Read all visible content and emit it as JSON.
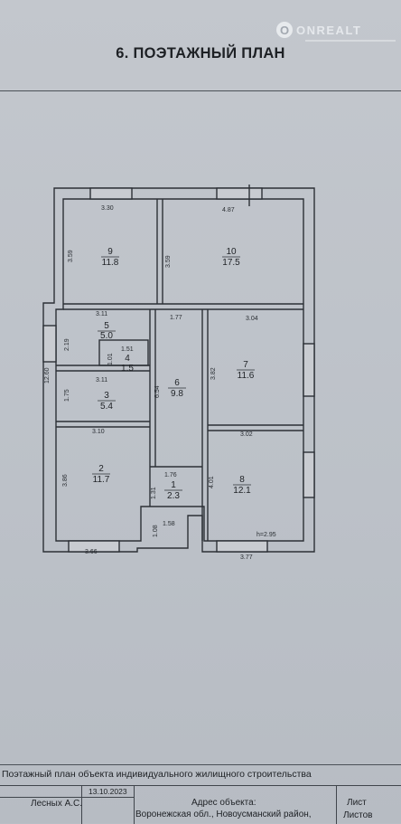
{
  "title": "6. ПОЭТАЖНЫЙ ПЛАН",
  "logo": {
    "text": "ONREALT"
  },
  "rooms": [
    {
      "id": "9",
      "area": "11.8"
    },
    {
      "id": "10",
      "area": "17.5"
    },
    {
      "id": "5",
      "area": "5.0"
    },
    {
      "id": "4",
      "area": "1.5"
    },
    {
      "id": "3",
      "area": "5.4"
    },
    {
      "id": "6",
      "area": "9.8"
    },
    {
      "id": "7",
      "area": "11.6"
    },
    {
      "id": "2",
      "area": "11.7"
    },
    {
      "id": "1",
      "area": "2.3"
    },
    {
      "id": "8",
      "area": "12.1"
    }
  ],
  "dimensions": {
    "d330": "3.30",
    "d487": "4.87",
    "d359a": "3.59",
    "d359b": "3.59",
    "d311a": "3.11",
    "d177": "1.77",
    "d304": "3.04",
    "d219": "2.19",
    "d151": "1.51",
    "d101": "1.01",
    "d1260": "12.60",
    "d654": "6.54",
    "d382": "3.82",
    "d311b": "3.11",
    "d175": "1.75",
    "d310": "3.10",
    "d302": "3.02",
    "d386": "3.86",
    "d176": "1.76",
    "d131": "1.31",
    "d401": "4.01",
    "d108": "1.08",
    "d158": "1.58",
    "d366": "3.66",
    "d377": "3.77",
    "height": "h=2.95"
  },
  "footer": {
    "caption": "Поэтажный план объекта индивидуального жилищного строительства",
    "author": "Лесных А.С.",
    "date": "13.10.2023",
    "address_label": "Адрес объекта:",
    "address_value": "Воронежская обл., Новоусманский район,",
    "sheet_label": "Лист",
    "sheets_label": "Листов"
  }
}
